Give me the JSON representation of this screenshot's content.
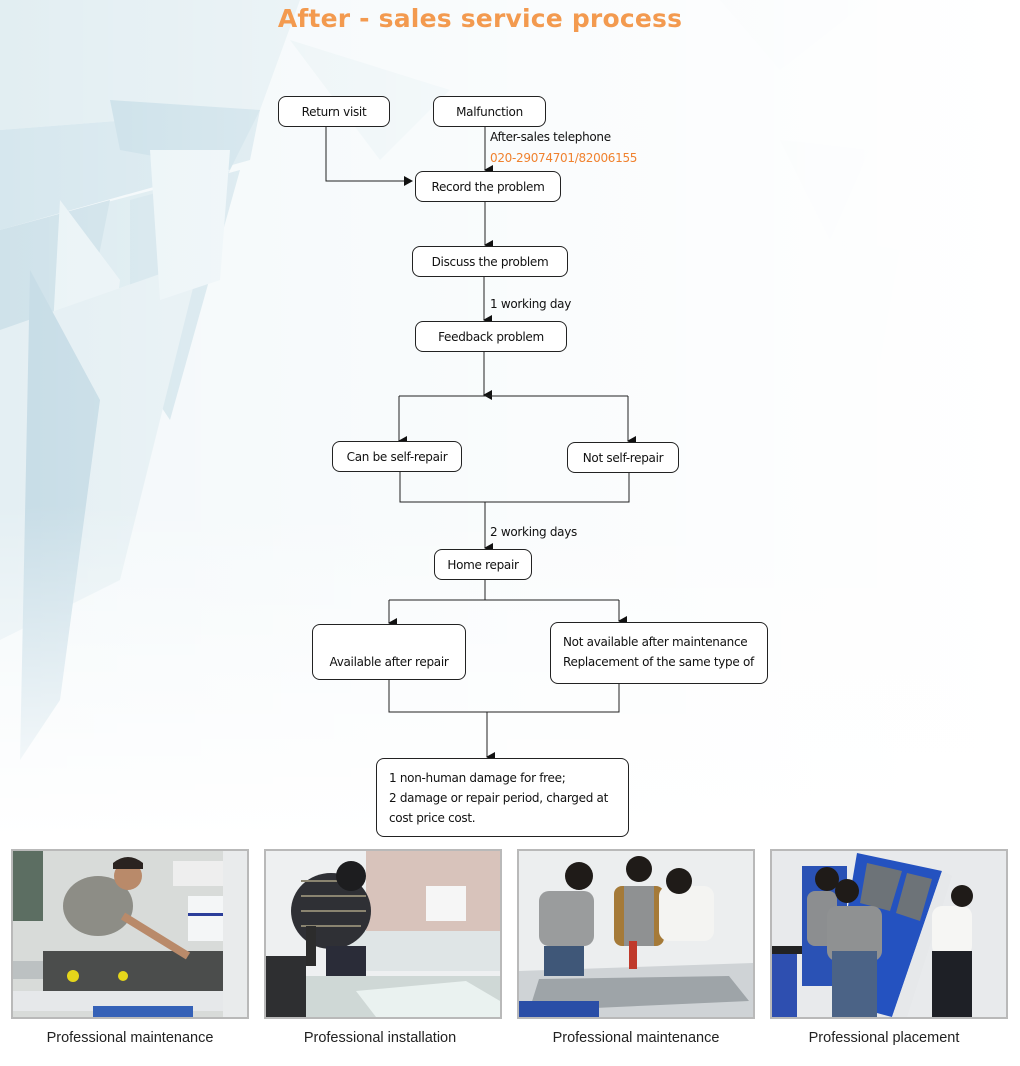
{
  "page": {
    "title": "After - sales service process",
    "accent_color": "#f39a4f"
  },
  "flowchart": {
    "nodes": {
      "return_visit": "Return visit",
      "malfunction": "Malfunction",
      "record_problem": "Record the problem",
      "discuss_problem": "Discuss the problem",
      "feedback_problem": "Feedback problem",
      "self_repair": "Can be self-repair",
      "not_self_repair": "Not self-repair",
      "home_repair": "Home repair",
      "available_after_repair": "Available after repair",
      "not_available": {
        "line1": "Not available after maintenance",
        "line2": "Replacement of the same type of"
      },
      "final_note": {
        "line1": "1 non-human damage for free;",
        "line2": "2 damage or repair period, charged at",
        "line3": "cost price cost."
      }
    },
    "edge_labels": {
      "telephone_label": "After-sales telephone",
      "telephone_number": "020-29074701/82006155",
      "one_day": "1 working day",
      "two_days": "2 working days"
    },
    "telephone_color": "#f0822f"
  },
  "photos": [
    {
      "caption": "Professional maintenance",
      "icon": "technician-wiring-photo"
    },
    {
      "caption": "Professional installation",
      "icon": "technician-drilling-photo"
    },
    {
      "caption": "Professional maintenance",
      "icon": "team-assembly-photo"
    },
    {
      "caption": "Professional placement",
      "icon": "cabinet-placement-photo"
    }
  ]
}
